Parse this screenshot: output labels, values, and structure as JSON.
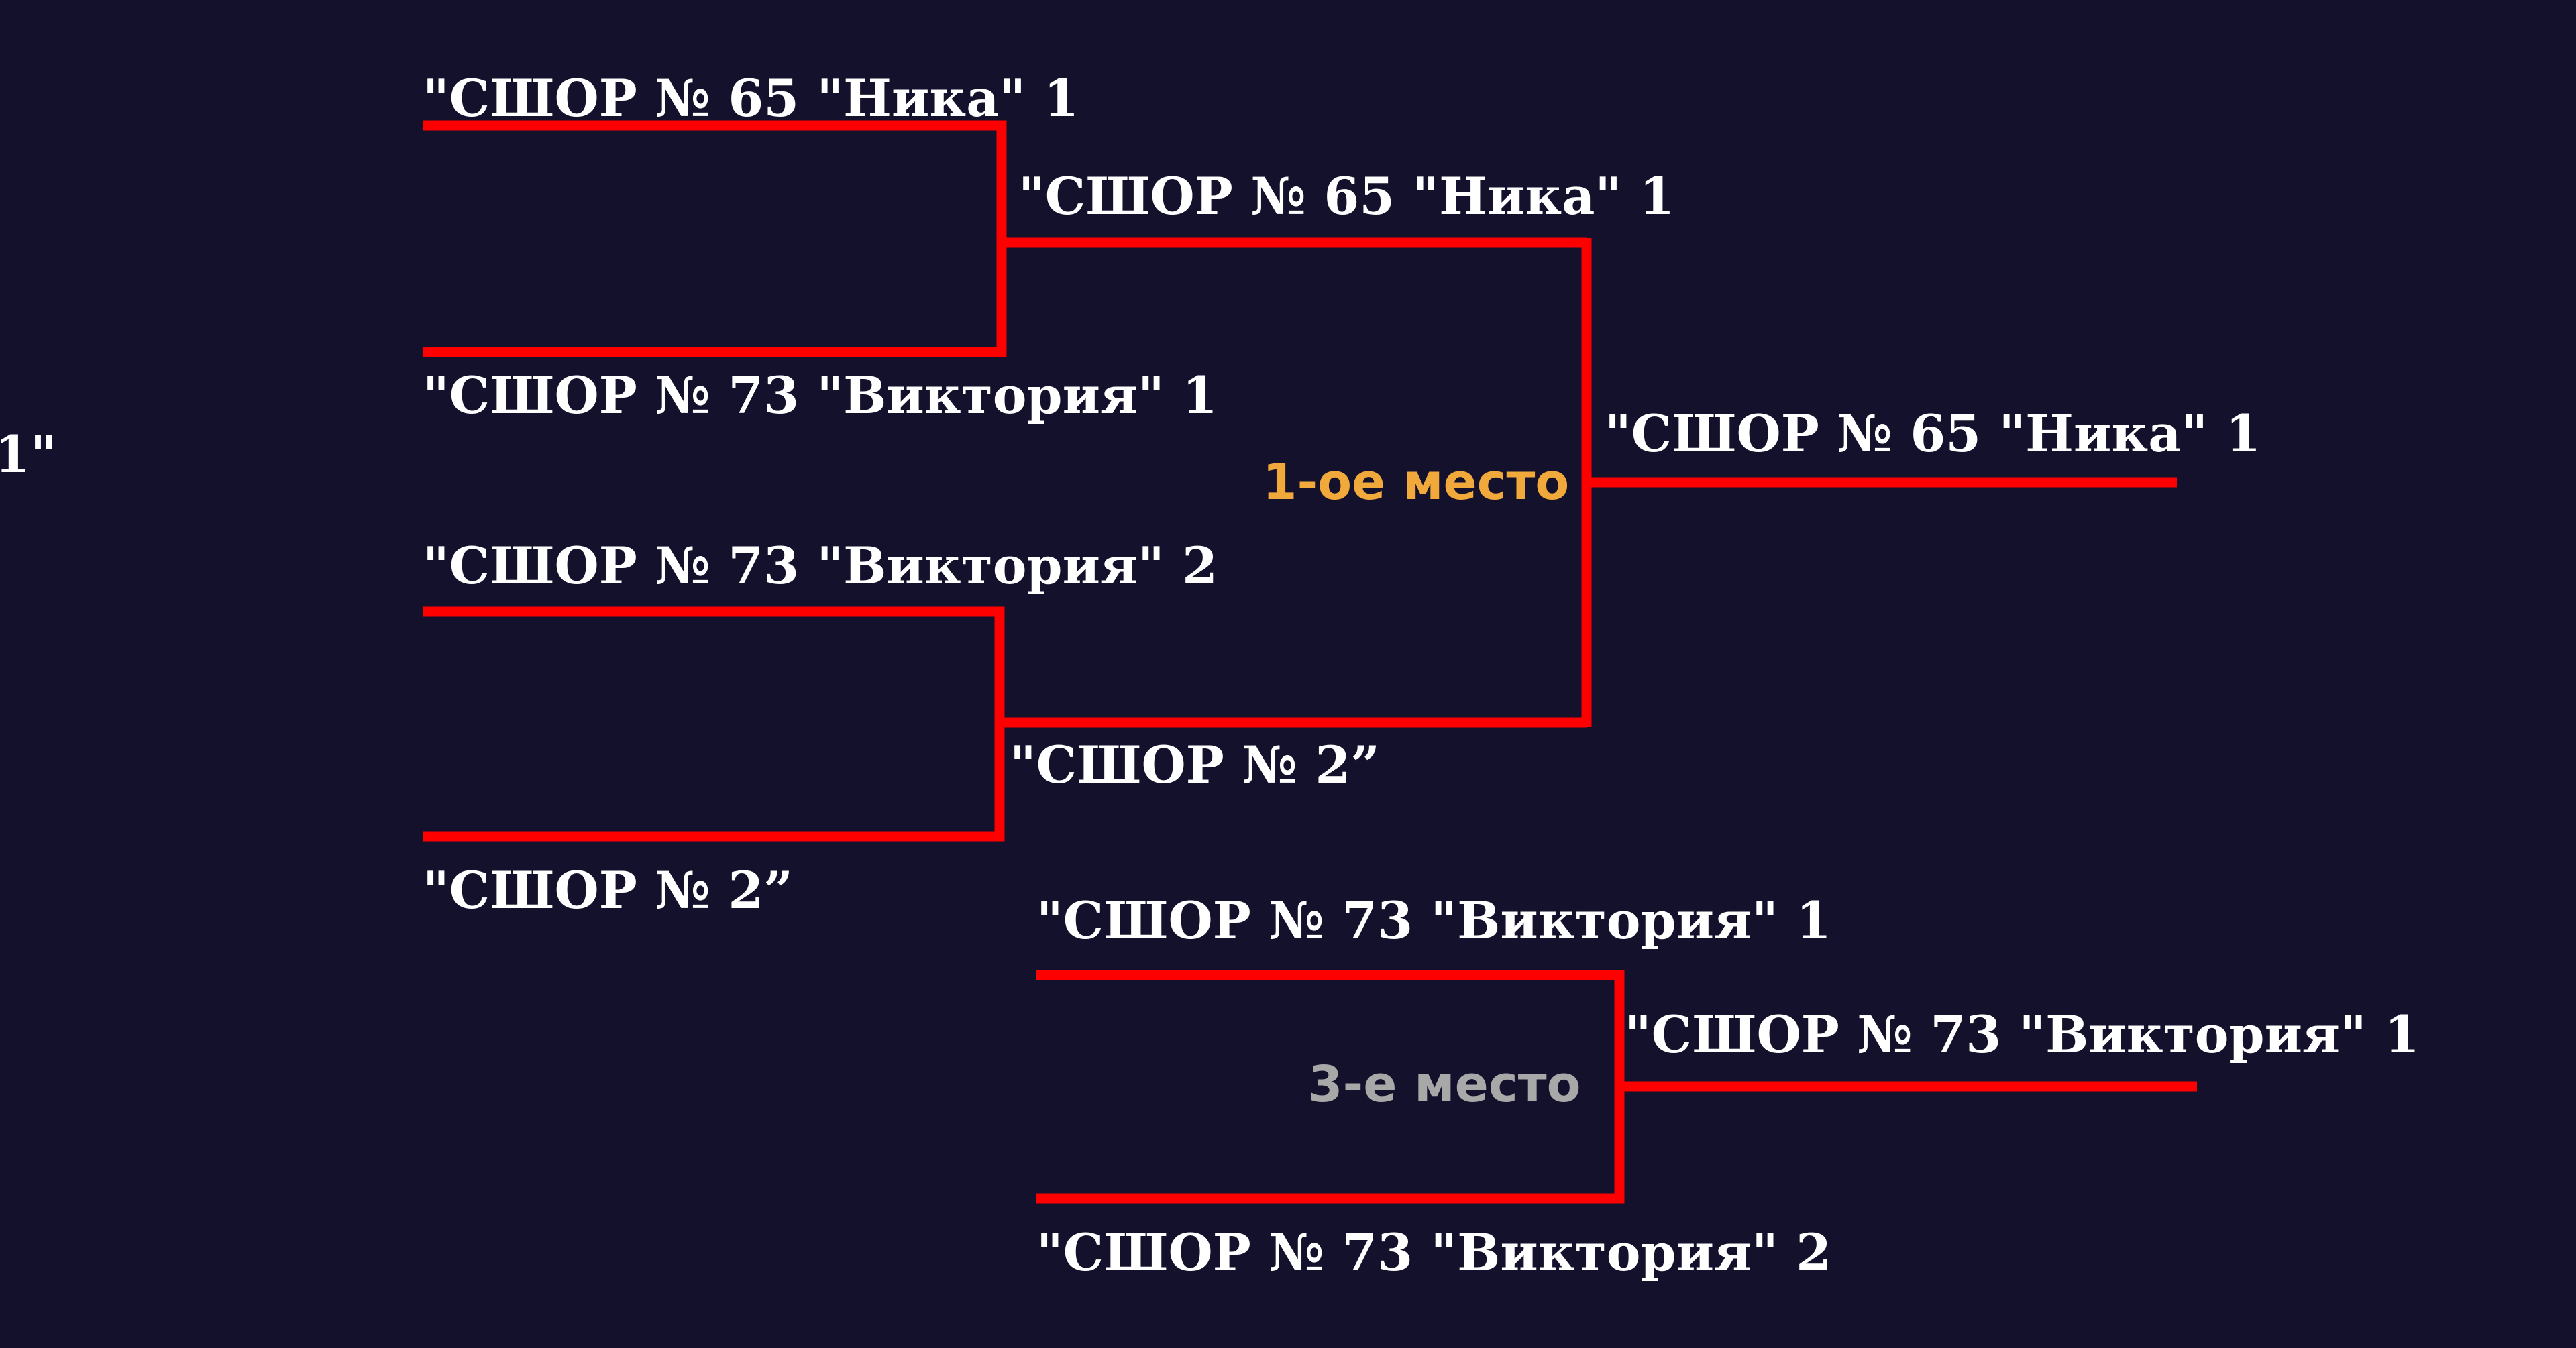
{
  "colors": {
    "background": "#13112b",
    "bracket_line": "#ff0000",
    "team_text": "#ffffff",
    "first_place": "#f2a93b",
    "third_place": "#a8a8a8"
  },
  "edge_fragment": "1\"",
  "round1": {
    "match1": {
      "top": "\"СШОР № 65 \"Ника\" 1",
      "bottom": "\"СШОР № 73 \"Виктория\" 1"
    },
    "match2": {
      "top": "\"СШОР № 73 \"Виктория\" 2",
      "bottom": "\"СШОР № 2”"
    }
  },
  "semifinal_winners": {
    "upper": "\"СШОР № 65 \"Ника\" 1",
    "lower": "\"СШОР № 2”"
  },
  "final": {
    "place_label": "1-ое место",
    "winner": "\"СШОР № 65 \"Ника\" 1"
  },
  "third_place_match": {
    "place_label": "3-е место",
    "top": "\"СШОР № 73 \"Виктория\" 1",
    "bottom": "\"СШОР № 73 \"Виктория\" 2",
    "winner": "\"СШОР № 73 \"Виктория\" 1"
  }
}
